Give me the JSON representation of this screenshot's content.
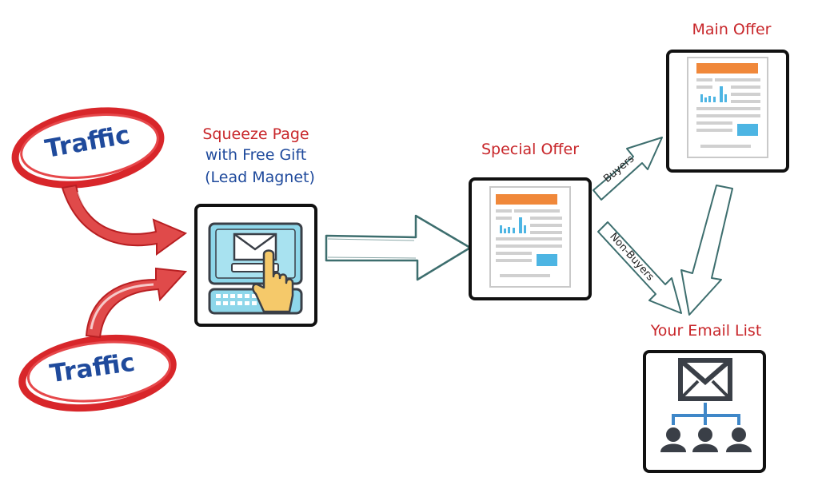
{
  "traffic_sources": [
    {
      "label": "Traffic"
    },
    {
      "label": "Traffic"
    }
  ],
  "squeeze_page": {
    "title": "Squeeze Page",
    "line2": "with Free Gift",
    "line3": "(Lead Magnet)"
  },
  "special_offer": {
    "title": "Special Offer"
  },
  "main_offer": {
    "title": "Main Offer"
  },
  "email_list": {
    "title": "Your Email List"
  },
  "arrows": {
    "buyers": "Buyers",
    "non_buyers": "Non-Buyers"
  },
  "colors": {
    "title_red": "#c8262a",
    "text_blue": "#1f4a9c",
    "ellipse_red": "#d8262a",
    "sales_orange": "#f0883a",
    "sales_blue": "#4db5e3",
    "screen_cyan": "#8ed7ea",
    "hand_yellow": "#f5c96a",
    "network_blue": "#3f87c8",
    "icon_dark": "#3a3f47"
  }
}
